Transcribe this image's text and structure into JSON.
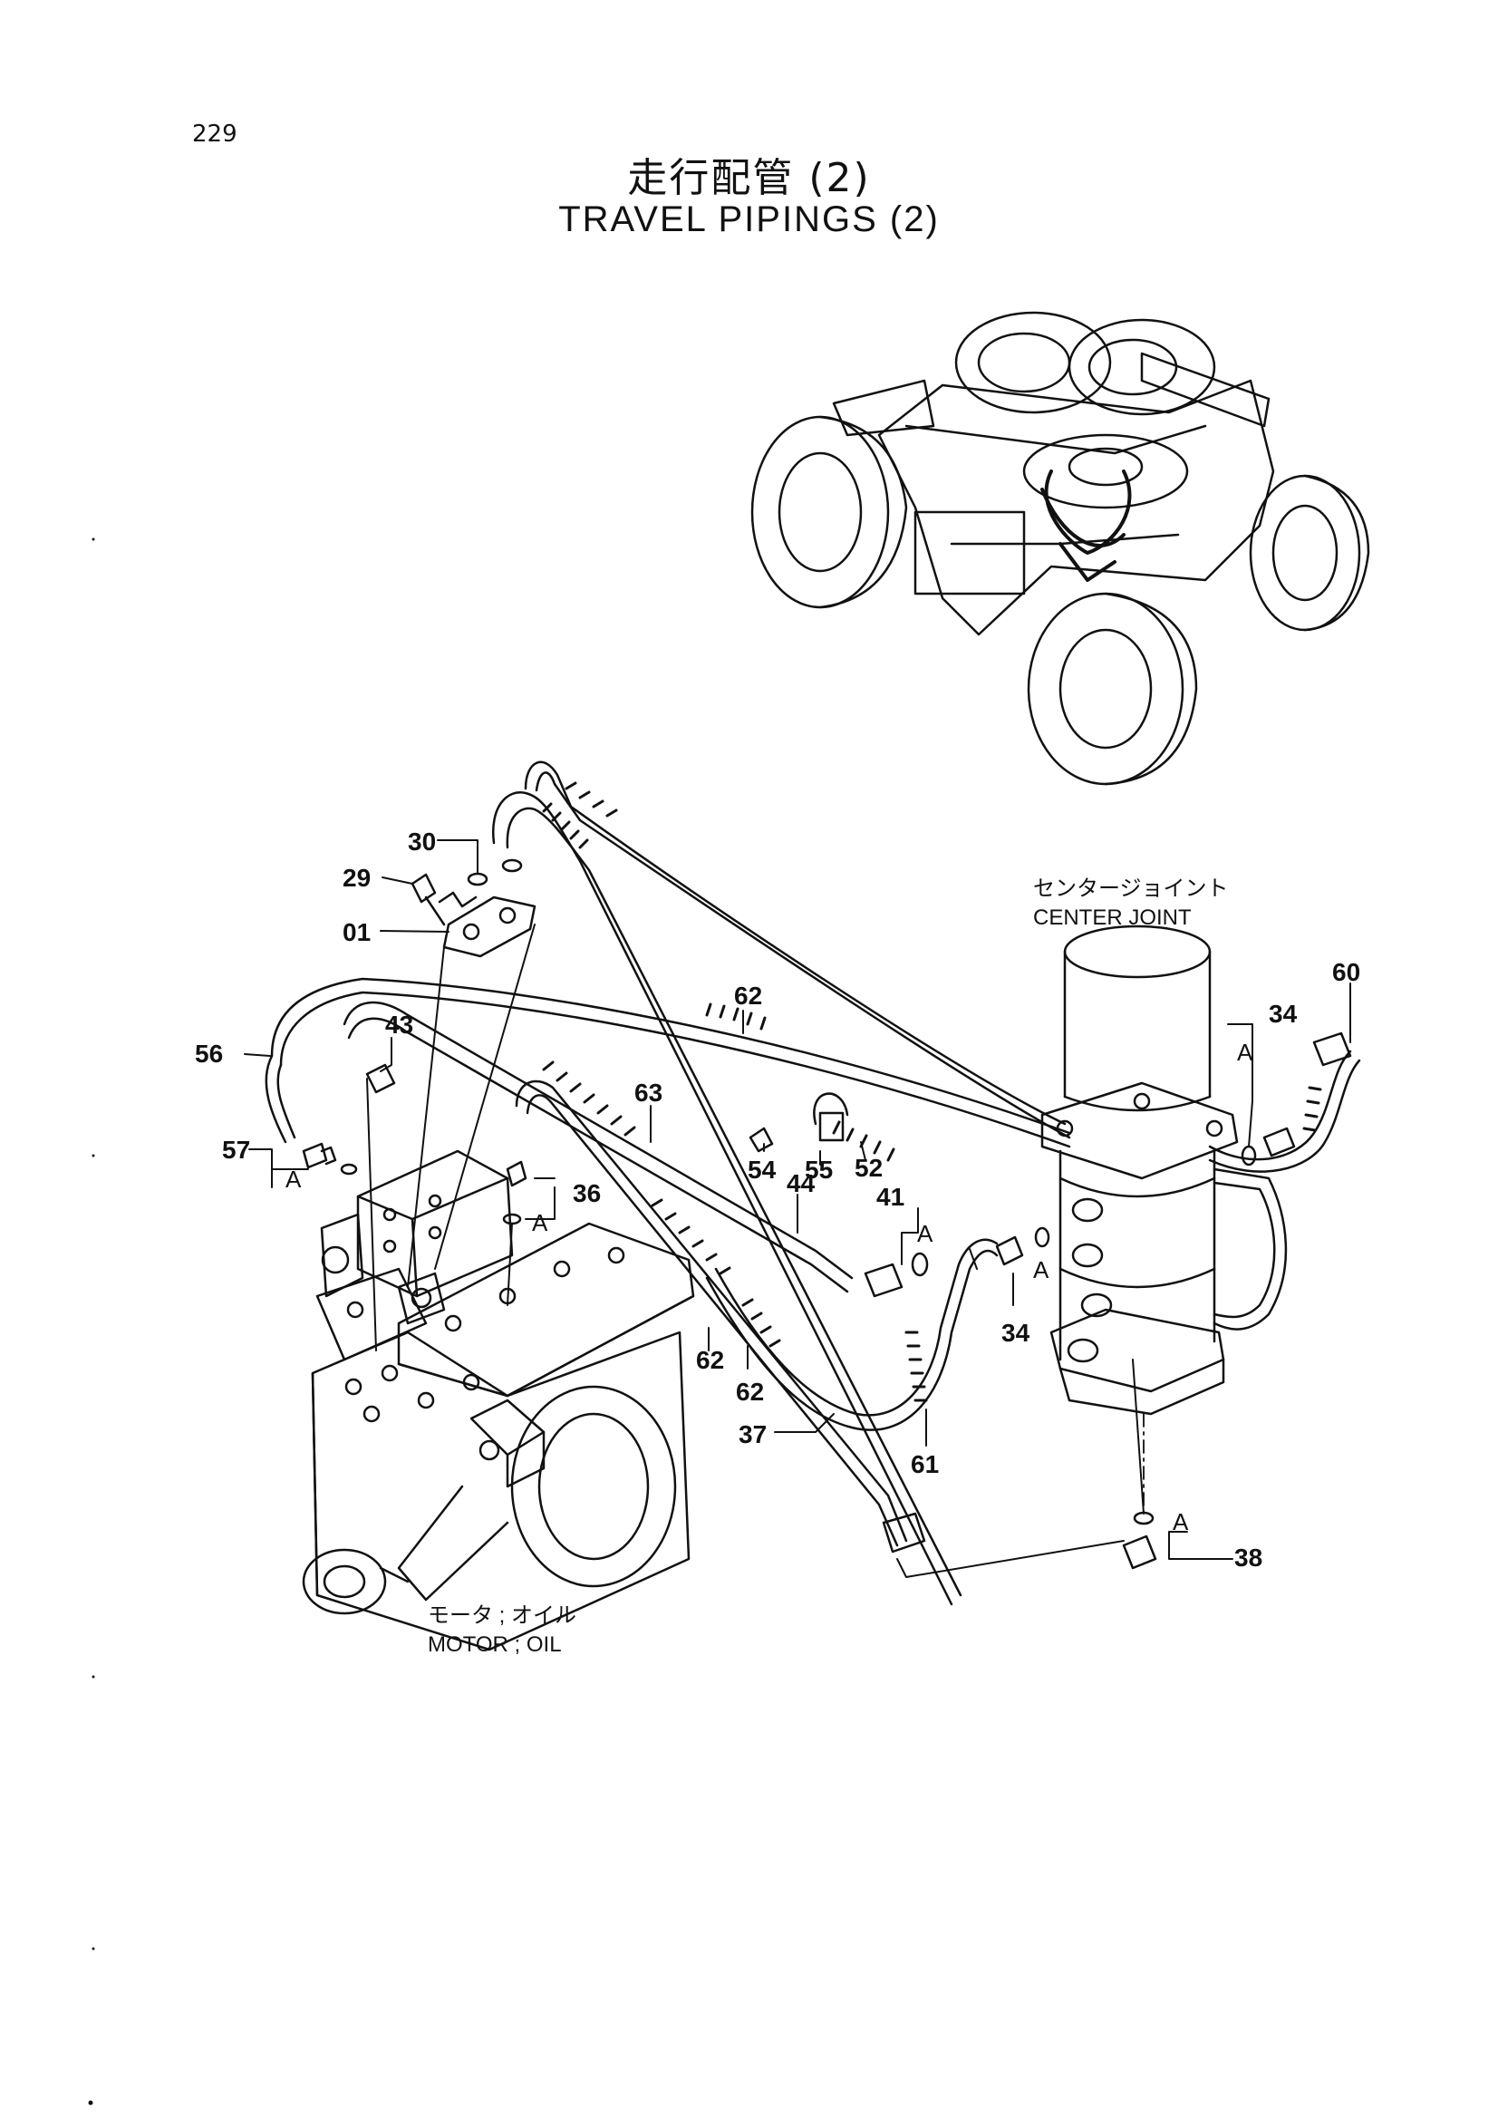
{
  "page_number": "229",
  "title_jp": "走行配管 (2)",
  "title_en": "TRAVEL PIPINGS (2)",
  "labels": {
    "center_joint_jp": "センタージョイント",
    "center_joint_en": "CENTER  JOINT",
    "motor_jp": "モータ ; オイル",
    "motor_en": "MOTOR ; OIL"
  },
  "callouts": {
    "c01": "01",
    "c29": "29",
    "c30": "30",
    "c34a": "34",
    "c34b": "34",
    "c36": "36",
    "c37": "37",
    "c38": "38",
    "c41": "41",
    "c43": "43",
    "c44": "44",
    "c52": "52",
    "c54": "54",
    "c55": "55",
    "c56": "56",
    "c57": "57",
    "c60": "60",
    "c61": "61",
    "c62a": "62",
    "c62b": "62",
    "c62c": "62",
    "c63": "63"
  },
  "detail_letter": "A"
}
